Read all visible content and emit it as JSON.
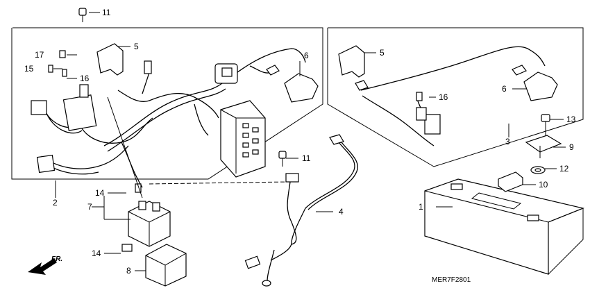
{
  "diagram_code": "MER7F2801",
  "direction_label": "FR.",
  "callouts": {
    "c1": "1",
    "c2": "2",
    "c3": "3",
    "c4": "4",
    "c5a": "5",
    "c5b": "5",
    "c6a": "6",
    "c6b": "6",
    "c7": "7",
    "c8": "8",
    "c9": "9",
    "c10": "10",
    "c11a": "11",
    "c11b": "11",
    "c12": "12",
    "c13": "13",
    "c14a": "14",
    "c14b": "14",
    "c15": "15",
    "c16a": "16",
    "c16b": "16",
    "c17": "17"
  },
  "icons": [
    "fr-arrow-icon"
  ]
}
